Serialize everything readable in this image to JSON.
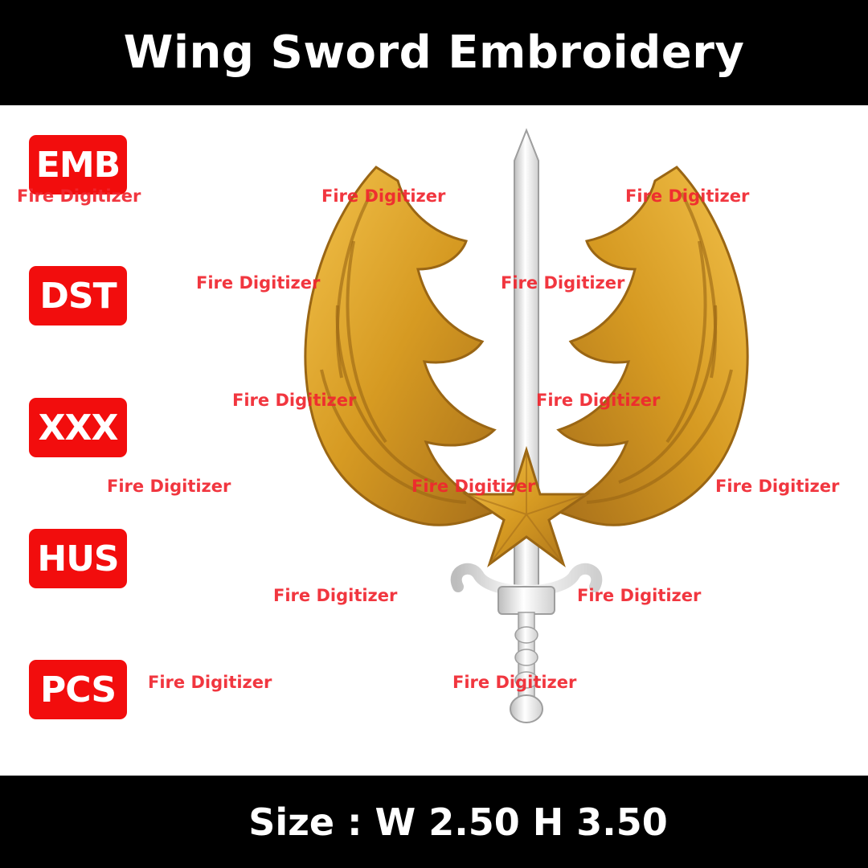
{
  "header": {
    "title": "Wing Sword Embroidery"
  },
  "formats": [
    {
      "label": "EMB"
    },
    {
      "label": "DST"
    },
    {
      "label": "XXX"
    },
    {
      "label": "HUS"
    },
    {
      "label": "PCS"
    }
  ],
  "watermark": {
    "text": "Fire Digitizer"
  },
  "footer": {
    "size_label": "Size : W 2.50 H 3.50"
  },
  "colors": {
    "background": "#ffffff",
    "bar": "#000000",
    "badge": "#f20d0d",
    "watermark": "#f0262f",
    "gold": "#d69a22",
    "silver": "#e8e8e8"
  },
  "design": {
    "icon": "wing-sword-emblem"
  }
}
